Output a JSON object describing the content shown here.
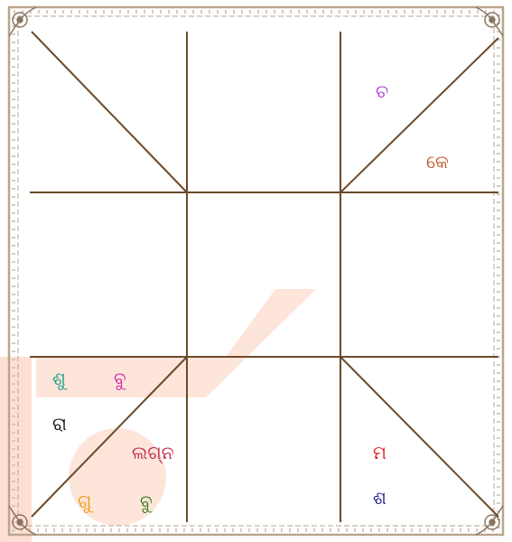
{
  "chart": {
    "line_color": "#6b4a2b",
    "border_color": "#b9a58e",
    "watermark_color": "#fde0d3",
    "houses": [
      {
        "house": "top-right-cell",
        "planets": [
          {
            "label": "ଚ",
            "color": "#b23bd6"
          },
          {
            "label": "କେ",
            "color": "#c0552b"
          }
        ]
      },
      {
        "house": "bottom-left-cell",
        "planets": [
          {
            "label": "ଶୁ",
            "color": "#1b9e8a"
          },
          {
            "label": "ବୁ",
            "color": "#d61fa3"
          },
          {
            "label": "ରା",
            "color": "#111111"
          },
          {
            "label": "ଲଗ୍ନ",
            "color": "#c0264d"
          },
          {
            "label": "ଗୁ",
            "color": "#f29a12"
          },
          {
            "label": "ବୁ",
            "color": "#2f7d1a"
          }
        ]
      },
      {
        "house": "bottom-right-cell",
        "planets": [
          {
            "label": "ମ",
            "color": "#e01b1b"
          },
          {
            "label": "ଶ",
            "color": "#222288"
          }
        ]
      }
    ]
  }
}
